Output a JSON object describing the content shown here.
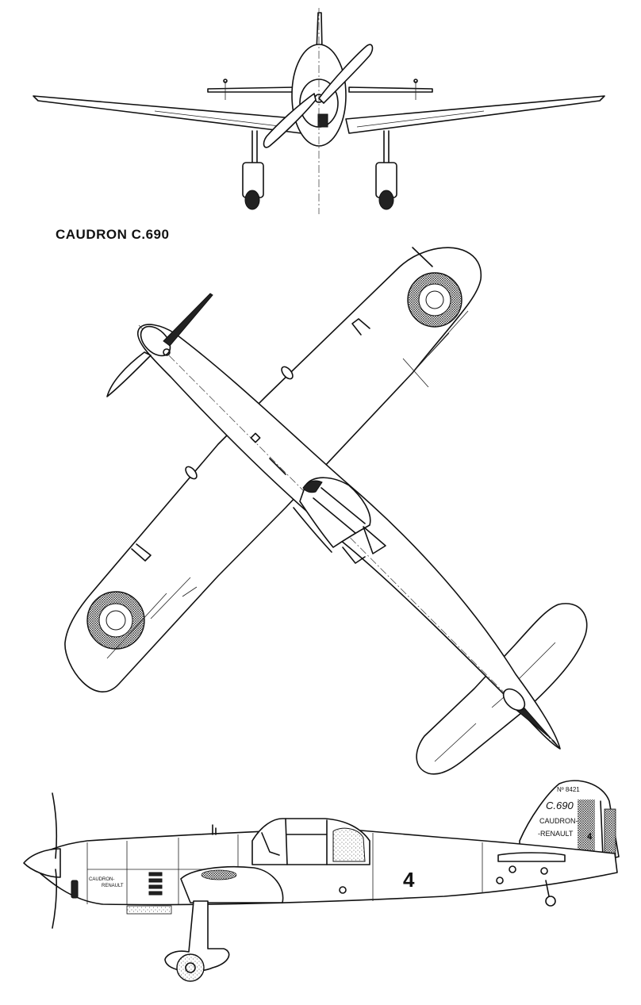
{
  "title": "CAUDRON C.690",
  "markings": {
    "registration": "Nº 8421",
    "type": "C.690",
    "maker_line1": "CAUDRON-",
    "maker_line2": "-RENAULT",
    "race_number": "4",
    "fin_number": "4",
    "cowl_label_line1": "CAUDRON-",
    "cowl_label_line2": "RENAULT"
  }
}
